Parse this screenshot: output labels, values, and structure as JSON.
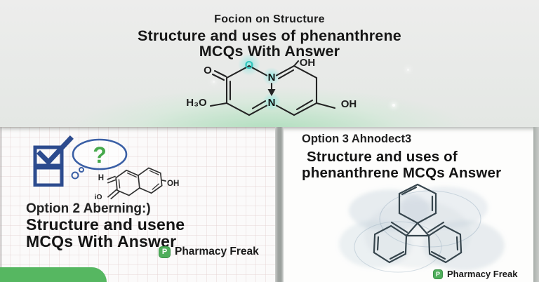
{
  "top_panel": {
    "kicker": "Focion on Structure",
    "title_line1": "Structure and uses of phenanthrene",
    "title_line2": "MCQs With Answer",
    "molecule": {
      "carbonyl_o": "O",
      "glow_o": "O",
      "h3o": "H₃O",
      "n_upper": "N",
      "n_lower": "N",
      "oh_top": "OH",
      "oh_right": "OH"
    }
  },
  "bottom_left": {
    "option_label": "Option 2 Aberning:)",
    "title_line1": "Structure and usene",
    "title_line2": "MCQs With Answer",
    "bubble_question_mark": "?",
    "molecule": {
      "h": "H",
      "io": "iO",
      "oh": "OH"
    },
    "brand": {
      "name": "Pharmacy Freak",
      "icon_letter": "P"
    }
  },
  "bottom_right": {
    "option_label": "Option 3 Ahnodect3",
    "title_line1": "Structure and uses of",
    "title_line2": "phenanthrene MCQs Answer",
    "brand": {
      "name": "Pharmacy Freak",
      "icon_letter": "P"
    }
  },
  "colors": {
    "brand_green": "#4fae5b",
    "corner_green": "#56b761",
    "checkbox_navy": "#2c4b8e",
    "question_green": "#46a94c",
    "teal_glow": "#35c4bc"
  }
}
